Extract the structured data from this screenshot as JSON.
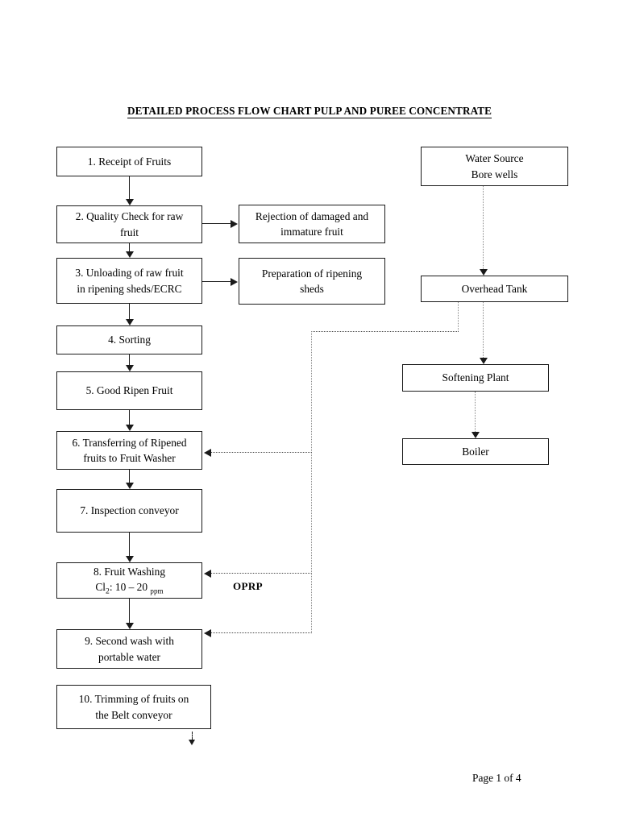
{
  "document": {
    "title": "DETAILED PROCESS FLOW CHART PULP AND PUREE CONCENTRATE",
    "footer": "Page 1 of 4"
  },
  "labels": {
    "oprp": "OPRP"
  },
  "process_steps": [
    {
      "id": "step-1",
      "text": "1. Receipt of Fruits"
    },
    {
      "id": "step-2",
      "line1": "2. Quality Check for raw",
      "line2": "fruit"
    },
    {
      "id": "step-3",
      "line1": "3. Unloading of raw fruit",
      "line2": "in ripening sheds/ECRC"
    },
    {
      "id": "step-4",
      "text": "4. Sorting"
    },
    {
      "id": "step-5",
      "text": "5. Good Ripen Fruit"
    },
    {
      "id": "step-6",
      "line1": "6. Transferring of Ripened",
      "line2": "fruits to Fruit Washer"
    },
    {
      "id": "step-7",
      "text": "7. Inspection conveyor"
    },
    {
      "id": "step-8",
      "line1": "8. Fruit Washing",
      "chem_prefix": "Cl",
      "chem_sub": "2",
      "chem_value": ": 10 – 20 ",
      "chem_unit": "ppm"
    },
    {
      "id": "step-9",
      "line1": "9. Second wash with",
      "line2": "portable water"
    },
    {
      "id": "step-10",
      "line1": "10. Trimming of fruits on",
      "line2": "the Belt conveyor"
    }
  ],
  "side_outputs": [
    {
      "id": "rejection",
      "line1": "Rejection of damaged and",
      "line2": "immature fruit"
    },
    {
      "id": "preparation",
      "line1": "Preparation of ripening",
      "line2": "sheds"
    }
  ],
  "utility_chain": [
    {
      "id": "water-source",
      "line1": "Water Source",
      "line2": "Bore wells"
    },
    {
      "id": "overhead-tank",
      "text": "Overhead Tank"
    },
    {
      "id": "softening-plant",
      "text": "Softening Plant"
    },
    {
      "id": "boiler",
      "text": "Boiler"
    }
  ],
  "colors": {
    "ink": "#1a1a1a",
    "dotted": "#8a8a8a",
    "paper": "#ffffff"
  }
}
